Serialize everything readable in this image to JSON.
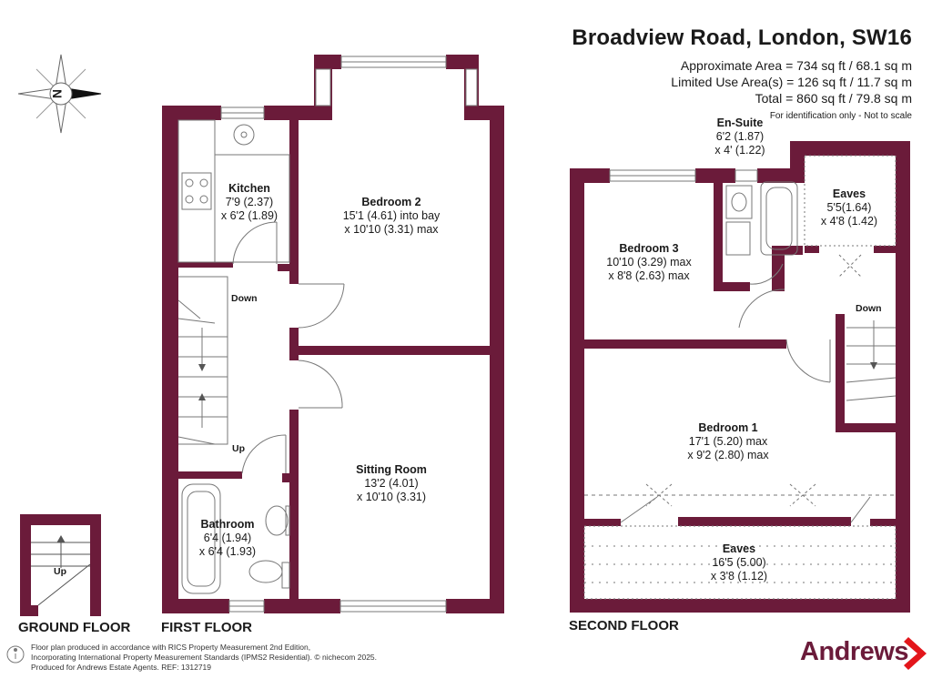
{
  "header": {
    "title": "Broadview Road, London, SW16",
    "area_lines": [
      "Approximate Area = 734 sq ft / 68.1 sq m",
      "Limited Use Area(s) = 126 sq ft / 11.7 sq m",
      "Total = 860 sq ft / 79.8 sq m"
    ],
    "note": "For identification only - Not to scale"
  },
  "compass": {
    "letter": "N"
  },
  "rooms": {
    "kitchen": {
      "name": "Kitchen",
      "dims": "7'9 (2.37)",
      "dims2": "x 6'2 (1.89)"
    },
    "bedroom2": {
      "name": "Bedroom 2",
      "dims": "15'1 (4.61) into bay",
      "dims2": "x 10'10 (3.31) max"
    },
    "sitting": {
      "name": "Sitting Room",
      "dims": "13'2 (4.01)",
      "dims2": "x 10'10 (3.31)"
    },
    "bathroom": {
      "name": "Bathroom",
      "dims": "6'4 (1.94)",
      "dims2": "x 6'4 (1.93)"
    },
    "ensuite": {
      "name": "En-Suite",
      "dims": "6'2 (1.87)",
      "dims2": "x 4' (1.22)"
    },
    "bedroom3": {
      "name": "Bedroom 3",
      "dims": "10'10 (3.29) max",
      "dims2": "x 8'8 (2.63) max"
    },
    "eaves_top": {
      "name": "Eaves",
      "dims": "5'5(1.64)",
      "dims2": "x 4'8 (1.42)"
    },
    "bedroom1": {
      "name": "Bedroom 1",
      "dims": "17'1 (5.20) max",
      "dims2": "x 9'2 (2.80) max"
    },
    "eaves_bottom": {
      "name": "Eaves",
      "dims": "16'5 (5.00)",
      "dims2": "x 3'8 (1.12)"
    }
  },
  "stairs": {
    "first_down": "Down",
    "first_up": "Up",
    "ground_up": "Up",
    "second_down": "Down"
  },
  "floors": {
    "ground": "GROUND FLOOR",
    "first": "FIRST FLOOR",
    "second": "SECOND FLOOR"
  },
  "footer": {
    "line1": "Floor plan produced in accordance with RICS Property Measurement 2nd Edition,",
    "line2": "Incorporating International Property Measurement Standards (IPMS2 Residential).",
    "copyright": "© nichecom 2025.",
    "line3": "Produced for Andrews Estate Agents.",
    "ref": "REF: 1312719"
  },
  "brand": {
    "name": "Andrews",
    "color": "#6b1b3a",
    "accent": "#e3161b"
  },
  "colors": {
    "wall": "#6b1b3a",
    "fixture": "#777777"
  }
}
